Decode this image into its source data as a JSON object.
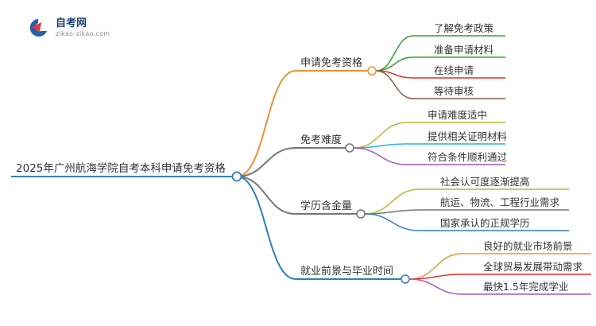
{
  "logo": {
    "title": "自考网",
    "subtitle": "zikao-zikao.com",
    "accent": "#e53935",
    "primary": "#2a5caa"
  },
  "root": {
    "label": "2025年广州航海学院自考本科申请免考资格",
    "color": "#2f7fc1"
  },
  "branches": [
    {
      "label": "申请免考资格",
      "color": "#f0903a",
      "children": [
        {
          "label": "了解免考政策",
          "color": "#33a02c"
        },
        {
          "label": "准备申请材料",
          "color": "#33a02c"
        },
        {
          "label": "在线申请",
          "color": "#e0302a"
        },
        {
          "label": "等待审核",
          "color": "#8b5a4a"
        }
      ]
    },
    {
      "label": "免考难度",
      "color": "#777777",
      "children": [
        {
          "label": "申请难度适中",
          "color": "#b8b830"
        },
        {
          "label": "提供相关证明材料",
          "color": "#21b5e0"
        },
        {
          "label": "符合条件顺利通过",
          "color": "#9b59c7"
        }
      ]
    },
    {
      "label": "学历含金量",
      "color": "#777777",
      "children": [
        {
          "label": "社会认可度逐渐提高",
          "color": "#b8b830"
        },
        {
          "label": "航运、物流、工程行业需求",
          "color": "#777777"
        },
        {
          "label": "国家承认的正规学历",
          "color": "#2f7fc1"
        }
      ]
    },
    {
      "label": "就业前景与毕业时间",
      "color": "#2f7fc1",
      "children": [
        {
          "label": "良好的就业市场前景",
          "color": "#f0903a"
        },
        {
          "label": "全球贸易发展带动需求",
          "color": "#e0302a"
        },
        {
          "label": "最快1.5年完成学业",
          "color": "#9b59c7"
        }
      ]
    }
  ]
}
